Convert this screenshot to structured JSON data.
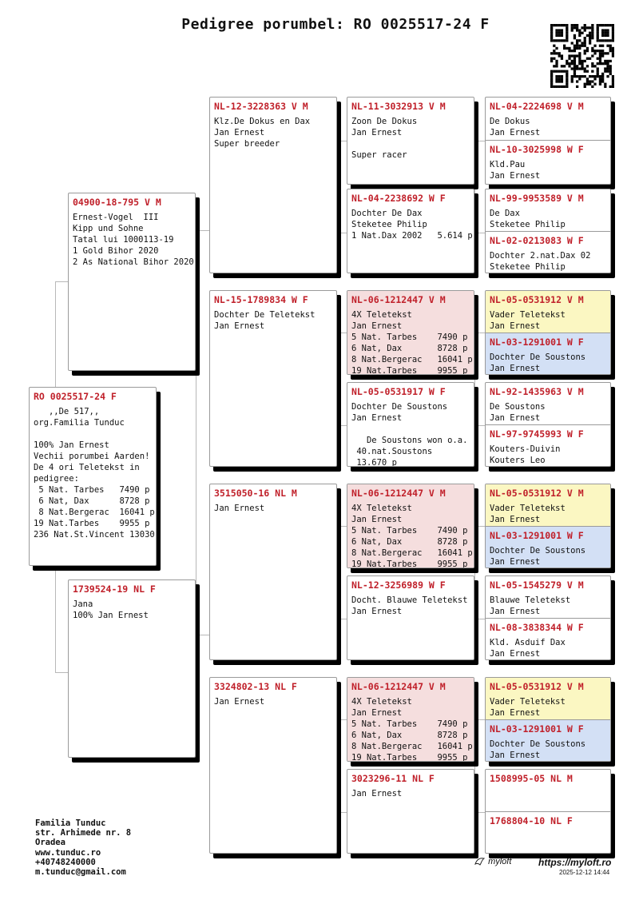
{
  "title": "Pedigree porumbel: RO 0025517-24 F",
  "subject": {
    "ring": "RO 0025517-24 F",
    "lines": [
      "   ,,De 517,,",
      "org.Familia Tunduc",
      "",
      "100% Jan Ernest",
      "Vechii porumbei Aarden!",
      "De 4 ori Teletekst in",
      "pedigree:",
      " 5 Nat. Tarbes   7490 p",
      " 6 Nat, Dax      8728 p",
      " 8 Nat.Bergerac  16041 p",
      "19 Nat.Tarbes    9955 p",
      "236 Nat.St.Vincent 13030"
    ]
  },
  "parents": {
    "father": {
      "ring": "04900-18-795 V M",
      "lines": [
        "Ernest-Vogel  III",
        "Kipp und Sohne",
        "Tatal lui 1000113-19",
        "1 Gold Bihor 2020",
        "2 As National Bihor 2020"
      ]
    },
    "mother": {
      "ring": "1739524-19 NL F",
      "lines": [
        "Jana",
        "100% Jan Ernest"
      ]
    }
  },
  "grandparents": [
    {
      "ring": "NL-12-3228363 V M",
      "lines": [
        "Klz.De Dokus en Dax",
        "Jan Ernest",
        "Super breeder"
      ]
    },
    {
      "ring": "NL-15-1789834 W F",
      "lines": [
        "Dochter De Teletekst",
        "Jan Ernest"
      ]
    },
    {
      "ring": "3515050-16 NL M",
      "lines": [
        "Jan Ernest"
      ]
    },
    {
      "ring": "3324802-13 NL F",
      "lines": [
        "Jan Ernest"
      ]
    }
  ],
  "great_grandparents": [
    {
      "ring": "NL-11-3032913 V M",
      "lines": [
        "Zoon De Dokus",
        "Jan Ernest",
        "",
        "Super racer"
      ]
    },
    {
      "ring": "NL-04-2238692 W F",
      "lines": [
        "Dochter De Dax",
        "Steketee Philip",
        "1 Nat.Dax 2002   5.614 p"
      ]
    },
    {
      "ring": "NL-06-1212447 V M",
      "lines": [
        "4X Teletekst",
        "Jan Ernest",
        "5 Nat. Tarbes    7490 p",
        "6 Nat, Dax       8728 p",
        "8 Nat.Bergerac   16041 p",
        "19 Nat.Tarbes    9955 p"
      ]
    },
    {
      "ring": "NL-05-0531917 W F",
      "lines": [
        "Dochter De Soustons",
        "Jan Ernest",
        "",
        "   De Soustons won o.a.",
        " 40.nat.Soustons",
        " 13.670 p"
      ]
    },
    {
      "ring": "NL-06-1212447 V M",
      "lines": [
        "4X Teletekst",
        "Jan Ernest",
        "5 Nat. Tarbes    7490 p",
        "6 Nat, Dax       8728 p",
        "8 Nat.Bergerac   16041 p",
        "19 Nat.Tarbes    9955 p"
      ]
    },
    {
      "ring": "NL-12-3256989 W F",
      "lines": [
        "Docht. Blauwe Teletekst",
        "Jan Ernest"
      ]
    },
    {
      "ring": "NL-06-1212447 V M",
      "lines": [
        "4X Teletekst",
        "Jan Ernest",
        "5 Nat. Tarbes    7490 p",
        "6 Nat, Dax       8728 p",
        "8 Nat.Bergerac   16041 p",
        "19 Nat.Tarbes    9955 p"
      ]
    },
    {
      "ring": "3023296-11 NL F",
      "lines": [
        "Jan Ernest"
      ]
    }
  ],
  "great_great_grandparents": [
    {
      "ring": "NL-04-2224698 V M",
      "lines": [
        "De Dokus",
        "Jan Ernest"
      ]
    },
    {
      "ring": "NL-10-3025998 W F",
      "lines": [
        "Kld.Pau",
        "Jan Ernest"
      ]
    },
    {
      "ring": "NL-99-9953589 V M",
      "lines": [
        "De Dax",
        "Steketee Philip"
      ]
    },
    {
      "ring": "NL-02-0213083 W F",
      "lines": [
        "Dochter 2.nat.Dax 02",
        "Steketee Philip"
      ]
    },
    {
      "ring": "NL-05-0531912 V M",
      "lines": [
        "Vader Teletekst",
        "Jan Ernest"
      ]
    },
    {
      "ring": "NL-03-1291001 W F",
      "lines": [
        "Dochter De Soustons",
        "Jan Ernest"
      ]
    },
    {
      "ring": "NL-92-1435963 V M",
      "lines": [
        "De Soustons",
        "Jan Ernest"
      ]
    },
    {
      "ring": "NL-97-9745993 W F",
      "lines": [
        "Kouters-Duivin",
        "Kouters Leo"
      ]
    },
    {
      "ring": "NL-05-0531912 V M",
      "lines": [
        "Vader Teletekst",
        "Jan Ernest"
      ]
    },
    {
      "ring": "NL-03-1291001 W F",
      "lines": [
        "Dochter De Soustons",
        "Jan Ernest"
      ]
    },
    {
      "ring": "NL-05-1545279 V M",
      "lines": [
        "Blauwe Teletekst",
        "Jan Ernest"
      ]
    },
    {
      "ring": "NL-08-3838344 W F",
      "lines": [
        "Kld. Asduif Dax",
        "Jan Ernest"
      ]
    },
    {
      "ring": "NL-05-0531912 V M",
      "lines": [
        "Vader Teletekst",
        "Jan Ernest"
      ]
    },
    {
      "ring": "NL-03-1291001 W F",
      "lines": [
        "Dochter De Soustons",
        "Jan Ernest"
      ]
    },
    {
      "ring": "1508995-05 NL M",
      "lines": []
    },
    {
      "ring": "1768804-10 NL F",
      "lines": []
    }
  ],
  "footer": {
    "lines": [
      "Familia Tunduc",
      "str. Arhimede nr. 8",
      "Oradea",
      "www.tunduc.ro",
      "+40748240000",
      "m.tunduc@gmail.com"
    ]
  },
  "brand": {
    "logo": "myloft",
    "url": "https://myloft.ro",
    "timestamp": "2025-12-12 14:44"
  },
  "colors": {
    "ring_red": "#c0202a",
    "pink": "#f5dede",
    "yellow": "#fbf7c2",
    "blue": "#d3e0f5"
  },
  "icons": {
    "qr": "qr-code-icon",
    "logo": "myloft-pigeon-logo-icon"
  }
}
